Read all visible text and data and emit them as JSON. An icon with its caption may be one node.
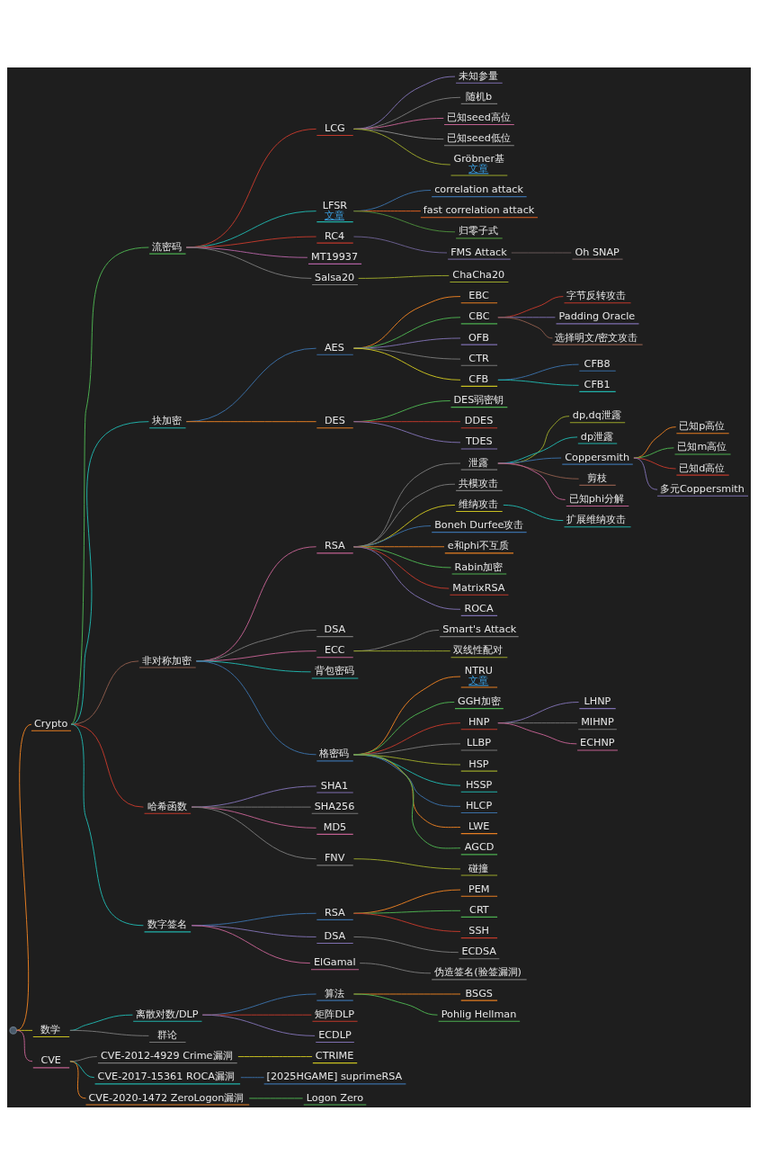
{
  "diagram": {
    "nodes": [
      {
        "text": [],
        "shape": "circle"
      },
      {
        "text": [
          "Crypto"
        ]
      },
      {
        "text": [
          "流密码"
        ]
      },
      {
        "text": [
          "LCG"
        ]
      },
      {
        "text": [
          "未知参量"
        ]
      },
      {
        "text": [
          "随机b"
        ]
      },
      {
        "text": [
          "已知seed高位"
        ]
      },
      {
        "text": [
          "已知seed低位"
        ]
      },
      {
        "text": [
          "Gröbner基",
          "文章"
        ]
      },
      {
        "text": [
          "LFSR",
          "文章"
        ]
      },
      {
        "text": [
          "correlation attack"
        ]
      },
      {
        "text": [
          "fast correlation attack"
        ]
      },
      {
        "text": [
          "归零子式"
        ]
      },
      {
        "text": [
          "RC4"
        ]
      },
      {
        "text": [
          "FMS Attack"
        ]
      },
      {
        "text": [
          "Oh SNAP"
        ]
      },
      {
        "text": [
          "MT19937"
        ]
      },
      {
        "text": [
          "Salsa20"
        ]
      },
      {
        "text": [
          "ChaCha20"
        ]
      },
      {
        "text": [
          "块加密"
        ]
      },
      {
        "text": [
          "AES"
        ]
      },
      {
        "text": [
          "EBC"
        ]
      },
      {
        "text": [
          "CBC"
        ]
      },
      {
        "text": [
          "字节反转攻击"
        ]
      },
      {
        "text": [
          "Padding Oracle"
        ]
      },
      {
        "text": [
          "选择明文/密文攻击"
        ]
      },
      {
        "text": [
          "OFB"
        ]
      },
      {
        "text": [
          "CTR"
        ]
      },
      {
        "text": [
          "CFB"
        ]
      },
      {
        "text": [
          "CFB8"
        ]
      },
      {
        "text": [
          "CFB1"
        ]
      },
      {
        "text": [
          "DES"
        ]
      },
      {
        "text": [
          "DES弱密钥"
        ]
      },
      {
        "text": [
          "DDES"
        ]
      },
      {
        "text": [
          "TDES"
        ]
      },
      {
        "text": [
          "非对称加密"
        ]
      },
      {
        "text": [
          "RSA"
        ]
      },
      {
        "text": [
          "泄露"
        ]
      },
      {
        "text": [
          "dp,dq泄露"
        ]
      },
      {
        "text": [
          "dp泄露"
        ]
      },
      {
        "text": [
          "Coppersmith"
        ]
      },
      {
        "text": [
          "已知p高位"
        ]
      },
      {
        "text": [
          "已知m高位"
        ]
      },
      {
        "text": [
          "已知d高位"
        ]
      },
      {
        "text": [
          "多元Coppersmith"
        ]
      },
      {
        "text": [
          "剪枝"
        ]
      },
      {
        "text": [
          "已知phi分解"
        ]
      },
      {
        "text": [
          "共模攻击"
        ]
      },
      {
        "text": [
          "维纳攻击"
        ]
      },
      {
        "text": [
          "扩展维纳攻击"
        ]
      },
      {
        "text": [
          "Boneh Durfee攻击"
        ]
      },
      {
        "text": [
          "e和phi不互质"
        ]
      },
      {
        "text": [
          "Rabin加密"
        ]
      },
      {
        "text": [
          "MatrixRSA"
        ]
      },
      {
        "text": [
          "ROCA"
        ]
      },
      {
        "text": [
          "DSA"
        ]
      },
      {
        "text": [
          "ECC"
        ]
      },
      {
        "text": [
          "Smart's Attack"
        ]
      },
      {
        "text": [
          "双线性配对"
        ]
      },
      {
        "text": [
          "背包密码"
        ]
      },
      {
        "text": [
          "格密码"
        ]
      },
      {
        "text": [
          "NTRU",
          "文章"
        ]
      },
      {
        "text": [
          "GGH加密"
        ]
      },
      {
        "text": [
          "HNP"
        ]
      },
      {
        "text": [
          "LHNP"
        ]
      },
      {
        "text": [
          "MIHNP"
        ]
      },
      {
        "text": [
          "ECHNP"
        ]
      },
      {
        "text": [
          "LLBP"
        ]
      },
      {
        "text": [
          "HSP"
        ]
      },
      {
        "text": [
          "HSSP"
        ]
      },
      {
        "text": [
          "HLCP"
        ]
      },
      {
        "text": [
          "LWE"
        ]
      },
      {
        "text": [
          "AGCD"
        ]
      },
      {
        "text": [
          "哈希函数"
        ]
      },
      {
        "text": [
          "SHA1"
        ]
      },
      {
        "text": [
          "SHA256"
        ]
      },
      {
        "text": [
          "MD5"
        ]
      },
      {
        "text": [
          "FNV"
        ]
      },
      {
        "text": [
          "碰撞"
        ]
      },
      {
        "text": [
          "数字签名"
        ]
      },
      {
        "text": [
          "RSA"
        ]
      },
      {
        "text": [
          "PEM"
        ]
      },
      {
        "text": [
          "CRT"
        ]
      },
      {
        "text": [
          "SSH"
        ]
      },
      {
        "text": [
          "DSA"
        ]
      },
      {
        "text": [
          "ECDSA"
        ]
      },
      {
        "text": [
          "ElGamal"
        ]
      },
      {
        "text": [
          "伪造签名(验签漏洞)"
        ]
      },
      {
        "text": [
          "数学"
        ]
      },
      {
        "text": [
          "离散对数/DLP"
        ]
      },
      {
        "text": [
          "算法"
        ]
      },
      {
        "text": [
          "BSGS"
        ]
      },
      {
        "text": [
          "Pohlig Hellman"
        ]
      },
      {
        "text": [
          "矩阵DLP"
        ]
      },
      {
        "text": [
          "ECDLP"
        ]
      },
      {
        "text": [
          "群论"
        ]
      },
      {
        "text": [
          "CVE"
        ]
      },
      {
        "text": [
          "CVE-2012-4929 Crime漏洞"
        ]
      },
      {
        "text": [
          "CTRIME"
        ]
      },
      {
        "text": [
          "CVE-2017-15361 ROCA漏洞"
        ]
      },
      {
        "text": [
          "[2025HGAME] suprimeRSA"
        ]
      },
      {
        "text": [
          "CVE-2020-1472 ZeroLogon漏洞"
        ]
      },
      {
        "text": [
          "Logon Zero"
        ]
      }
    ],
    "edges": [
      {
        "from": 0,
        "to": 1,
        "arrow": "none",
        "color": "#e67e22"
      },
      {
        "from": 1,
        "to": 2,
        "arrow": "none",
        "color": "#4caf50"
      },
      {
        "from": 2,
        "to": 3,
        "arrow": "none",
        "color": "#c0392b"
      },
      {
        "from": 3,
        "to": 4,
        "arrow": "none",
        "color": "#7e6fb0"
      },
      {
        "from": 3,
        "to": 5,
        "arrow": "none",
        "color": "#777777"
      },
      {
        "from": 3,
        "to": 6,
        "arrow": "none",
        "color": "#c06090"
      },
      {
        "from": 3,
        "to": 7,
        "arrow": "none",
        "color": "#888888"
      },
      {
        "from": 3,
        "to": 8,
        "arrow": "none",
        "color": "#9aa52a"
      },
      {
        "from": 2,
        "to": 9,
        "arrow": "none",
        "color": "#20b2aa"
      },
      {
        "from": 9,
        "to": 10,
        "arrow": "none",
        "color": "#3a6ea5"
      },
      {
        "from": 9,
        "to": 11,
        "arrow": "none",
        "color": "#e06020"
      },
      {
        "from": 9,
        "to": 12,
        "arrow": "none",
        "color": "#4a8a3a"
      },
      {
        "from": 2,
        "to": 13,
        "arrow": "none",
        "color": "#c0392b"
      },
      {
        "from": 13,
        "to": 14,
        "arrow": "none",
        "color": "#6a5f90"
      },
      {
        "from": 14,
        "to": 15,
        "arrow": "none",
        "color": "#6a5a5a"
      },
      {
        "from": 2,
        "to": 16,
        "arrow": "none",
        "color": "#b060a0"
      },
      {
        "from": 2,
        "to": 17,
        "arrow": "none",
        "color": "#777777"
      },
      {
        "from": 17,
        "to": 18,
        "arrow": "none",
        "color": "#9aa52a"
      },
      {
        "from": 1,
        "to": 19,
        "arrow": "none",
        "color": "#20b2aa"
      },
      {
        "from": 19,
        "to": 20,
        "arrow": "none",
        "color": "#3a6ea5"
      },
      {
        "from": 20,
        "to": 21,
        "arrow": "none",
        "color": "#e67e22"
      },
      {
        "from": 20,
        "to": 22,
        "arrow": "none",
        "color": "#4caf50"
      },
      {
        "from": 22,
        "to": 23,
        "arrow": "none",
        "color": "#c0392b"
      },
      {
        "from": 22,
        "to": 24,
        "arrow": "none",
        "color": "#7e6fb0"
      },
      {
        "from": 22,
        "to": 25,
        "arrow": "none",
        "color": "#8a5a4a"
      },
      {
        "from": 20,
        "to": 26,
        "arrow": "none",
        "color": "#7e6fb0"
      },
      {
        "from": 20,
        "to": 27,
        "arrow": "none",
        "color": "#777777"
      },
      {
        "from": 20,
        "to": 28,
        "arrow": "none",
        "color": "#c8c020"
      },
      {
        "from": 28,
        "to": 29,
        "arrow": "none",
        "color": "#3a6ea5"
      },
      {
        "from": 28,
        "to": 30,
        "arrow": "none",
        "color": "#20b2aa"
      },
      {
        "from": 19,
        "to": 31,
        "arrow": "none",
        "color": "#e67e22"
      },
      {
        "from": 31,
        "to": 32,
        "arrow": "none",
        "color": "#4caf50"
      },
      {
        "from": 31,
        "to": 33,
        "arrow": "none",
        "color": "#c0392b"
      },
      {
        "from": 31,
        "to": 34,
        "arrow": "none",
        "color": "#7e6fb0"
      },
      {
        "from": 1,
        "to": 35,
        "arrow": "none",
        "color": "#8a5a4a"
      },
      {
        "from": 35,
        "to": 36,
        "arrow": "none",
        "color": "#c06090"
      },
      {
        "from": 36,
        "to": 37,
        "arrow": "none",
        "color": "#777777"
      },
      {
        "from": 37,
        "to": 38,
        "arrow": "none",
        "color": "#9aa52a"
      },
      {
        "from": 37,
        "to": 39,
        "arrow": "none",
        "color": "#20b2aa"
      },
      {
        "from": 37,
        "to": 40,
        "arrow": "none",
        "color": "#3a6ea5"
      },
      {
        "from": 40,
        "to": 41,
        "arrow": "none",
        "color": "#e67e22"
      },
      {
        "from": 40,
        "to": 42,
        "arrow": "none",
        "color": "#4caf50"
      },
      {
        "from": 40,
        "to": 43,
        "arrow": "none",
        "color": "#c0392b"
      },
      {
        "from": 40,
        "to": 44,
        "arrow": "none",
        "color": "#7e6fb0"
      },
      {
        "from": 37,
        "to": 45,
        "arrow": "none",
        "color": "#8a5a4a"
      },
      {
        "from": 37,
        "to": 46,
        "arrow": "none",
        "color": "#c06090"
      },
      {
        "from": 36,
        "to": 47,
        "arrow": "none",
        "color": "#777777"
      },
      {
        "from": 36,
        "to": 48,
        "arrow": "none",
        "color": "#c8c020"
      },
      {
        "from": 48,
        "to": 49,
        "arrow": "none",
        "color": "#20b2aa"
      },
      {
        "from": 36,
        "to": 50,
        "arrow": "none",
        "color": "#3a6ea5"
      },
      {
        "from": 36,
        "to": 51,
        "arrow": "none",
        "color": "#e67e22"
      },
      {
        "from": 36,
        "to": 52,
        "arrow": "none",
        "color": "#4caf50"
      },
      {
        "from": 36,
        "to": 53,
        "arrow": "none",
        "color": "#c0392b"
      },
      {
        "from": 36,
        "to": 54,
        "arrow": "none",
        "color": "#7e6fb0"
      },
      {
        "from": 35,
        "to": 55,
        "arrow": "none",
        "color": "#777777"
      },
      {
        "from": 35,
        "to": 56,
        "arrow": "none",
        "color": "#c06090"
      },
      {
        "from": 56,
        "to": 57,
        "arrow": "none",
        "color": "#777777"
      },
      {
        "from": 56,
        "to": 58,
        "arrow": "none",
        "color": "#9aa52a"
      },
      {
        "from": 35,
        "to": 59,
        "arrow": "none",
        "color": "#20b2aa"
      },
      {
        "from": 35,
        "to": 60,
        "arrow": "none",
        "color": "#3a6ea5"
      },
      {
        "from": 60,
        "to": 61,
        "arrow": "none",
        "color": "#e67e22"
      },
      {
        "from": 60,
        "to": 62,
        "arrow": "none",
        "color": "#4caf50"
      },
      {
        "from": 60,
        "to": 63,
        "arrow": "none",
        "color": "#c0392b"
      },
      {
        "from": 63,
        "to": 64,
        "arrow": "none",
        "color": "#7e6fb0"
      },
      {
        "from": 63,
        "to": 65,
        "arrow": "none",
        "color": "#777777"
      },
      {
        "from": 63,
        "to": 66,
        "arrow": "none",
        "color": "#c06090"
      },
      {
        "from": 60,
        "to": 67,
        "arrow": "none",
        "color": "#777777"
      },
      {
        "from": 60,
        "to": 68,
        "arrow": "none",
        "color": "#9aa52a"
      },
      {
        "from": 60,
        "to": 69,
        "arrow": "none",
        "color": "#20b2aa"
      },
      {
        "from": 60,
        "to": 70,
        "arrow": "none",
        "color": "#3a6ea5"
      },
      {
        "from": 60,
        "to": 71,
        "arrow": "none",
        "color": "#e67e22"
      },
      {
        "from": 60,
        "to": 72,
        "arrow": "none",
        "color": "#4caf50"
      },
      {
        "from": 1,
        "to": 73,
        "arrow": "none",
        "color": "#c0392b"
      },
      {
        "from": 73,
        "to": 74,
        "arrow": "none",
        "color": "#7e6fb0"
      },
      {
        "from": 73,
        "to": 75,
        "arrow": "none",
        "color": "#777777"
      },
      {
        "from": 73,
        "to": 76,
        "arrow": "none",
        "color": "#c06090"
      },
      {
        "from": 73,
        "to": 77,
        "arrow": "none",
        "color": "#777777"
      },
      {
        "from": 77,
        "to": 78,
        "arrow": "none",
        "color": "#9aa52a"
      },
      {
        "from": 1,
        "to": 79,
        "arrow": "none",
        "color": "#20b2aa"
      },
      {
        "from": 79,
        "to": 80,
        "arrow": "none",
        "color": "#3a6ea5"
      },
      {
        "from": 80,
        "to": 81,
        "arrow": "none",
        "color": "#e67e22"
      },
      {
        "from": 80,
        "to": 82,
        "arrow": "none",
        "color": "#4caf50"
      },
      {
        "from": 80,
        "to": 83,
        "arrow": "none",
        "color": "#c0392b"
      },
      {
        "from": 79,
        "to": 84,
        "arrow": "none",
        "color": "#7e6fb0"
      },
      {
        "from": 84,
        "to": 85,
        "arrow": "none",
        "color": "#777777"
      },
      {
        "from": 79,
        "to": 86,
        "arrow": "none",
        "color": "#c06090"
      },
      {
        "from": 86,
        "to": 87,
        "arrow": "none",
        "color": "#777777"
      },
      {
        "from": 0,
        "to": 88,
        "arrow": "none",
        "color": "#c8c020"
      },
      {
        "from": 88,
        "to": 89,
        "arrow": "none",
        "color": "#20b2aa"
      },
      {
        "from": 89,
        "to": 90,
        "arrow": "none",
        "color": "#3a6ea5"
      },
      {
        "from": 90,
        "to": 91,
        "arrow": "none",
        "color": "#e67e22"
      },
      {
        "from": 90,
        "to": 92,
        "arrow": "none",
        "color": "#4caf50"
      },
      {
        "from": 89,
        "to": 93,
        "arrow": "none",
        "color": "#c0392b"
      },
      {
        "from": 89,
        "to": 94,
        "arrow": "none",
        "color": "#7e6fb0"
      },
      {
        "from": 88,
        "to": 95,
        "arrow": "none",
        "color": "#777777"
      },
      {
        "from": 0,
        "to": 96,
        "arrow": "none",
        "color": "#c06090"
      },
      {
        "from": 96,
        "to": 97,
        "arrow": "none",
        "color": "#777777"
      },
      {
        "from": 97,
        "to": 98,
        "arrow": "none",
        "color": "#c8c020"
      },
      {
        "from": 96,
        "to": 99,
        "arrow": "none",
        "color": "#20b2aa"
      },
      {
        "from": 99,
        "to": 100,
        "arrow": "none",
        "color": "#3a6ea5"
      },
      {
        "from": 96,
        "to": 101,
        "arrow": "none",
        "color": "#e67e22"
      },
      {
        "from": 101,
        "to": 102,
        "arrow": "none",
        "color": "#4caf50"
      }
    ]
  }
}
